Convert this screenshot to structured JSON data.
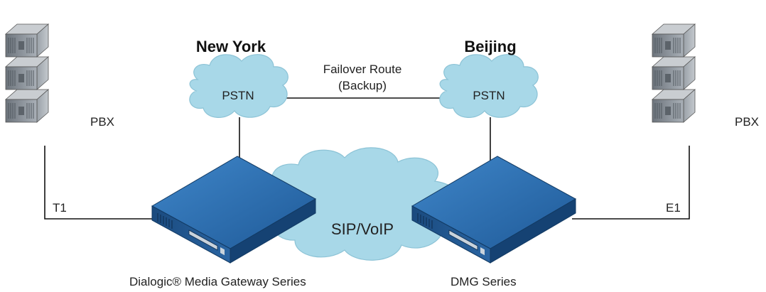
{
  "locations": {
    "left": "New York",
    "right": "Beijing"
  },
  "route": {
    "line1": "Failover Route",
    "line2": "(Backup)"
  },
  "clouds": {
    "pstn_left": "PSTN",
    "pstn_right": "PSTN",
    "core": "SIP/VoIP"
  },
  "pbx": {
    "left": "PBX",
    "right": "PBX"
  },
  "links": {
    "left": "T1",
    "right": "E1"
  },
  "gateways": {
    "left": "Dialogic® Media Gateway Series",
    "right": "DMG Series"
  },
  "colors": {
    "cloud_fill": "#a8d8e8",
    "cloud_stroke": "#7fb9cc",
    "gateway_top": "#2f6fb3",
    "gateway_side": "#1c4f86",
    "server_body": "#8a9199",
    "line": "#111111"
  }
}
